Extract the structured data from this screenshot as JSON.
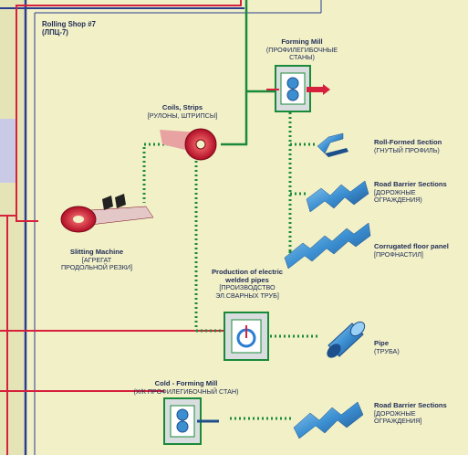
{
  "colors": {
    "background": "#f1f0c7",
    "band": "#e4e4b6",
    "outer_border": "#2b3d8f",
    "red_line": "#d7213c",
    "green_line": "#1a8a3a",
    "machine_fill": "#d9dde0",
    "steel_blue": "#3b8fd1",
    "coil_red": "#c8102e"
  },
  "shop": {
    "title": "Rolling Shop #7",
    "subtitle": "(ЛПЦ-7)"
  },
  "nodes": {
    "forming_mill": {
      "title": "Forming Mill",
      "subtitle": "(ПРОФИЛЕГИБОЧНЫЕ СТАНЫ)"
    },
    "coils_strips": {
      "title": "Coils, Strips",
      "subtitle": "[РУЛОНЫ, ШТРИПСЫ]"
    },
    "slitting_machine": {
      "title": "Slitting Machine",
      "subtitle": "[АГРЕГАТ ПРОДОЛЬНОЙ РЕЗКИ]"
    },
    "pipe_production": {
      "title": "Production of electric welded pipes",
      "subtitle": "[ПРОИЗВОДСТВО ЭЛ.СВАРНЫХ ТРУБ]"
    },
    "cold_forming_mill": {
      "title": "Cold - Forming Mill",
      "subtitle": "(Х/К ПРОФИЛЕГИБОЧНЫЙ СТАН)"
    }
  },
  "products": [
    {
      "icon": "roll-formed-section-icon",
      "title": "Roll-Formed Section",
      "subtitle": "(ГНУТЫЙ ПРОФИЛЬ)"
    },
    {
      "icon": "road-barrier-icon",
      "title": "Road Barrier Sections",
      "subtitle": "[ДОРОЖНЫЕ ОГРАЖДЕНИЯ)"
    },
    {
      "icon": "corrugated-floor-panel-icon",
      "title": "Corrugated floor panel",
      "subtitle": "[ПРОФНАСТИЛ]"
    },
    {
      "icon": "pipe-icon",
      "title": "Pipe",
      "subtitle": "(ТРУБА)"
    },
    {
      "icon": "road-barrier-icon",
      "title": "Road Barrier Sections",
      "subtitle": "[ДОРОЖНЫЕ ОГРАЖДЕНИЯ]"
    }
  ]
}
